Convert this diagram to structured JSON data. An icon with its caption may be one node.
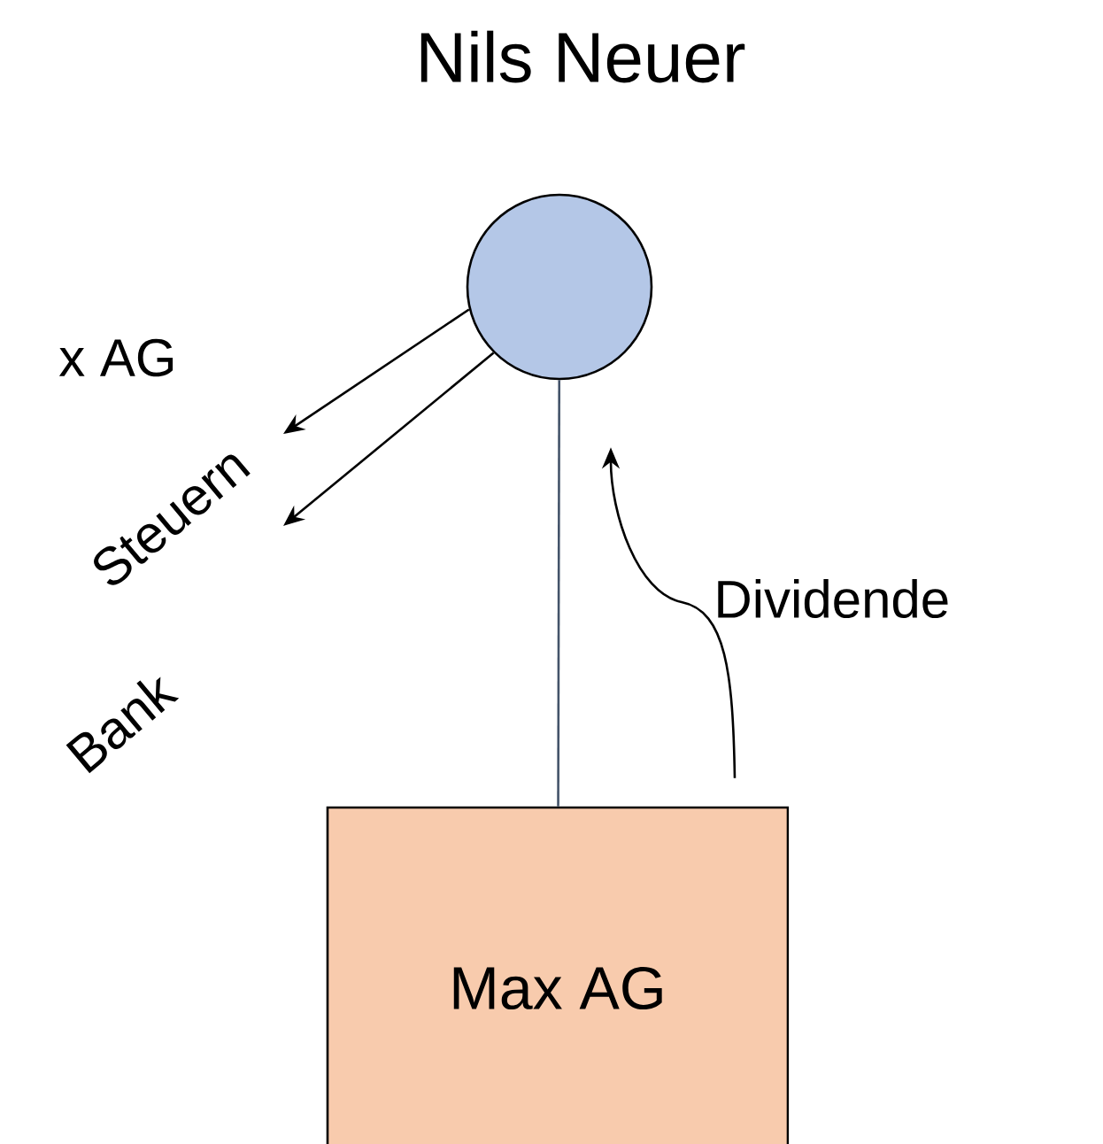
{
  "diagram": {
    "title": "Nils Neuer",
    "nodes": [
      {
        "text": [],
        "shape": "circle"
      },
      {
        "text": [
          "Max AG"
        ]
      }
    ],
    "edges": [
      {
        "from": 0,
        "to": 1,
        "arrow": "none",
        "color": "#44546a"
      },
      {
        "from": 1,
        "to": 0,
        "arrow": "to",
        "label": "Dividende"
      },
      {
        "from": 0,
        "to": null,
        "arrow": "to"
      },
      {
        "from": 0,
        "to": null,
        "arrow": "to"
      }
    ],
    "labels": [
      "x AG",
      "Steuern",
      "Bank"
    ]
  }
}
